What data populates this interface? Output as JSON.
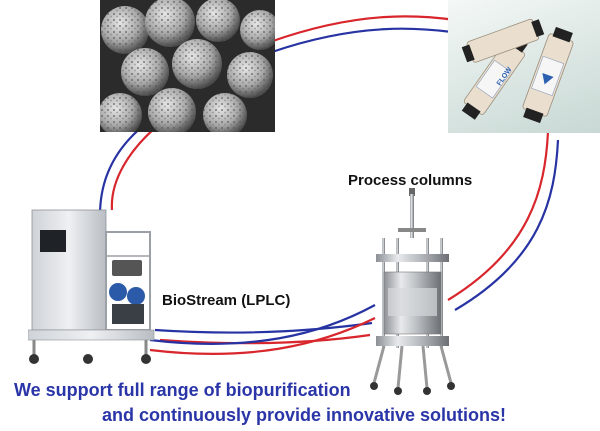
{
  "labels": {
    "process_columns": "Process columns",
    "biostream": "BioStream (LPLC)"
  },
  "tagline": {
    "line1": "We support full range of biopurification",
    "line2": "and continuously provide innovative solutions!"
  },
  "column_text": {
    "flow": "FLOW"
  },
  "colors": {
    "red_line": "#d8262c",
    "blue_line": "#2733a3",
    "tagline": "#2a35a8"
  }
}
